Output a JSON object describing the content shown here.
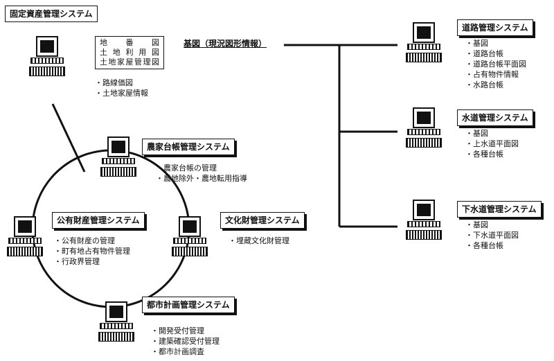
{
  "fixed_asset": {
    "title": "固定資産管理システム",
    "maps": [
      "地　番　図",
      "土地利用図",
      "土地家屋管理図"
    ],
    "items": [
      "路線価図",
      "土地家屋情報"
    ]
  },
  "base_map": {
    "label": "基図（現況図形情報）"
  },
  "road": {
    "title": "道路管理システム",
    "items": [
      "基図",
      "道路台帳",
      "道路台帳平面図",
      "占有物件情報",
      "水路台帳"
    ]
  },
  "water": {
    "title": "水道管理システム",
    "items": [
      "基図",
      "上水道平面図",
      "各種台帳"
    ]
  },
  "sewer": {
    "title": "下水道管理システム",
    "items": [
      "基図",
      "下水道平面図",
      "各種台帳"
    ]
  },
  "farm": {
    "title": "農家台帳管理システム",
    "items": [
      "農家台帳の管理",
      "農地除外・農地転用指導"
    ]
  },
  "public_property": {
    "title": "公有財産管理システム",
    "items": [
      "公有財産の管理",
      "町有地占有物件管理",
      "行政界管理"
    ]
  },
  "culture": {
    "title": "文化財管理システム",
    "items": [
      "埋蔵文化財管理"
    ]
  },
  "urban": {
    "title": "都市計画管理システム",
    "items": [
      "開発受付管理",
      "建築確認受付管理",
      "都市計画調査"
    ]
  }
}
